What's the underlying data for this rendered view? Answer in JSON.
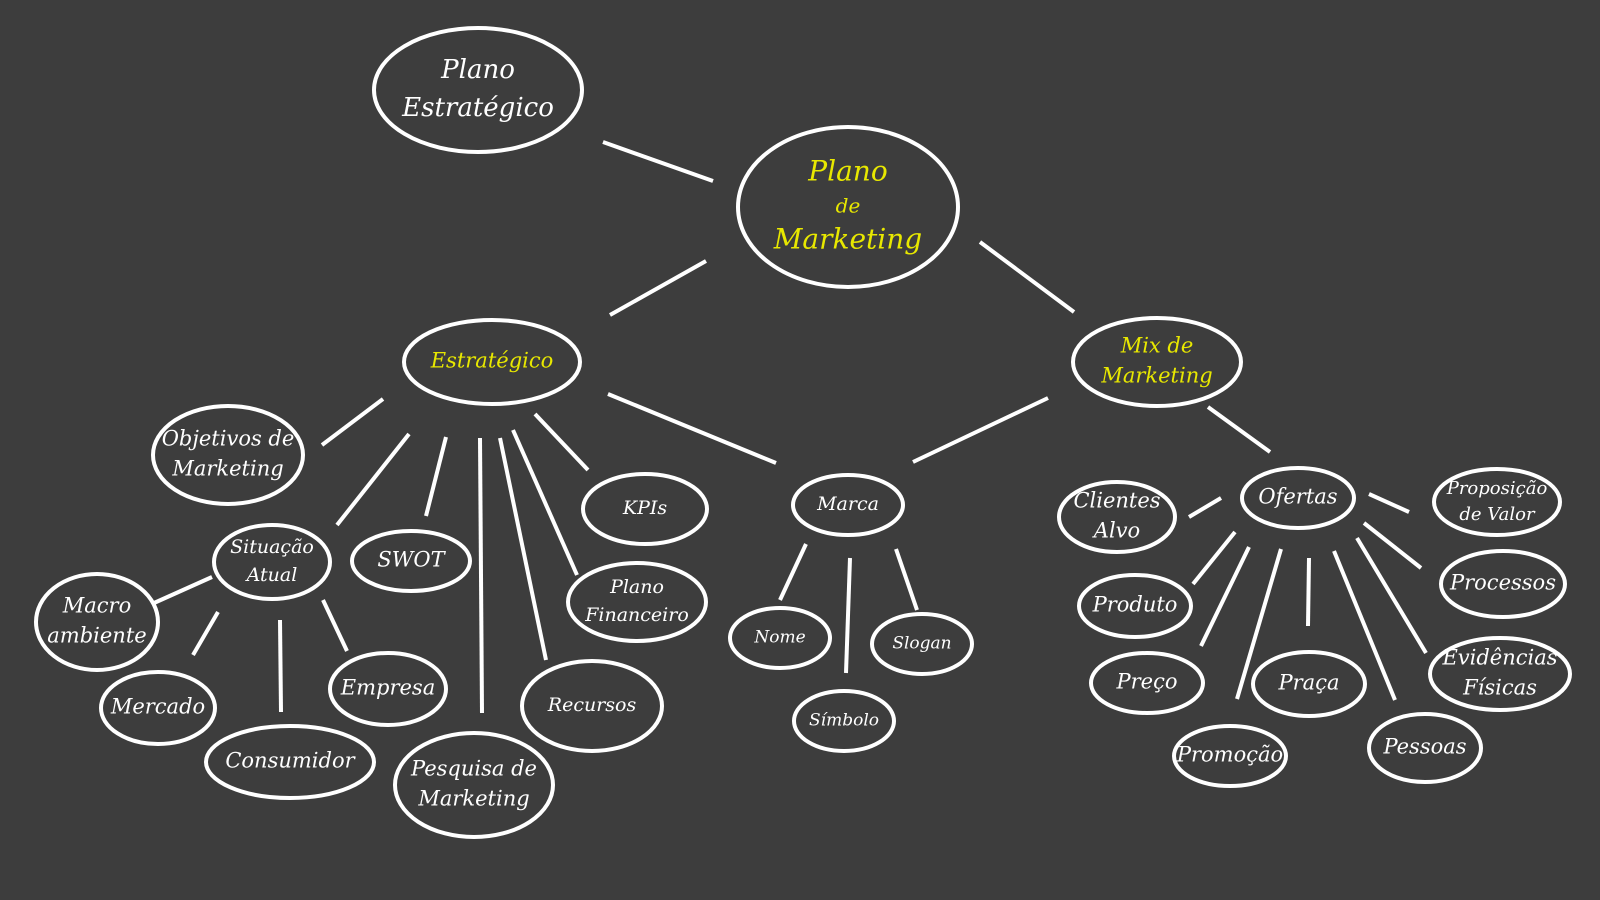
{
  "colors": {
    "background": "#3d3d3d",
    "line": "#ffffff",
    "text": "#ffffff",
    "highlight": "#e8e800"
  },
  "nodes": {
    "plano_estrategico": {
      "lines": [
        "Plano",
        "Estratégico"
      ]
    },
    "plano_marketing": {
      "lines": [
        "Plano",
        "de",
        "Marketing"
      ],
      "highlight": true
    },
    "estrategico": {
      "lines": [
        "Estratégico"
      ],
      "highlight": true
    },
    "mix_marketing": {
      "lines": [
        "Mix de",
        "Marketing"
      ],
      "highlight": true
    },
    "objetivos": {
      "lines": [
        "Objetivos de",
        "Marketing"
      ]
    },
    "situacao_atual": {
      "lines": [
        "Situação",
        "Atual"
      ]
    },
    "swot": {
      "lines": [
        "SWOT"
      ]
    },
    "kpis": {
      "lines": [
        "KPIs"
      ]
    },
    "plano_financeiro": {
      "lines": [
        "Plano",
        "Financeiro"
      ]
    },
    "recursos": {
      "lines": [
        "Recursos"
      ]
    },
    "pesquisa": {
      "lines": [
        "Pesquisa de",
        "Marketing"
      ]
    },
    "macro": {
      "lines": [
        "Macro",
        "ambiente"
      ]
    },
    "mercado": {
      "lines": [
        "Mercado"
      ]
    },
    "consumidor": {
      "lines": [
        "Consumidor"
      ]
    },
    "empresa": {
      "lines": [
        "Empresa"
      ]
    },
    "marca": {
      "lines": [
        "Marca"
      ]
    },
    "nome": {
      "lines": [
        "Nome"
      ]
    },
    "simbolo": {
      "lines": [
        "Símbolo"
      ]
    },
    "slogan": {
      "lines": [
        "Slogan"
      ]
    },
    "ofertas": {
      "lines": [
        "Ofertas"
      ]
    },
    "clientes_alvo": {
      "lines": [
        "Clientes",
        "Alvo"
      ]
    },
    "proposicao": {
      "lines": [
        "Proposição",
        "de Valor"
      ]
    },
    "processos": {
      "lines": [
        "Processos"
      ]
    },
    "evidencias": {
      "lines": [
        "Evidências",
        "Físicas"
      ]
    },
    "pessoas": {
      "lines": [
        "Pessoas"
      ]
    },
    "praca": {
      "lines": [
        "Praça"
      ]
    },
    "promocao": {
      "lines": [
        "Promoção"
      ]
    },
    "preco": {
      "lines": [
        "Preço"
      ]
    },
    "produto": {
      "lines": [
        "Produto"
      ]
    }
  },
  "edges": [
    [
      "plano_estrategico",
      "plano_marketing"
    ],
    [
      "plano_marketing",
      "estrategico"
    ],
    [
      "plano_marketing",
      "mix_marketing"
    ],
    [
      "estrategico",
      "objetivos"
    ],
    [
      "estrategico",
      "situacao_atual"
    ],
    [
      "estrategico",
      "swot"
    ],
    [
      "estrategico",
      "pesquisa"
    ],
    [
      "estrategico",
      "recursos"
    ],
    [
      "estrategico",
      "plano_financeiro"
    ],
    [
      "estrategico",
      "kpis"
    ],
    [
      "estrategico",
      "marca"
    ],
    [
      "mix_marketing",
      "marca"
    ],
    [
      "mix_marketing",
      "ofertas"
    ],
    [
      "situacao_atual",
      "macro"
    ],
    [
      "situacao_atual",
      "mercado"
    ],
    [
      "situacao_atual",
      "consumidor"
    ],
    [
      "situacao_atual",
      "empresa"
    ],
    [
      "marca",
      "nome"
    ],
    [
      "marca",
      "simbolo"
    ],
    [
      "marca",
      "slogan"
    ],
    [
      "ofertas",
      "clientes_alvo"
    ],
    [
      "ofertas",
      "produto"
    ],
    [
      "ofertas",
      "preco"
    ],
    [
      "ofertas",
      "promocao"
    ],
    [
      "ofertas",
      "praca"
    ],
    [
      "ofertas",
      "pessoas"
    ],
    [
      "ofertas",
      "evidencias"
    ],
    [
      "ofertas",
      "processos"
    ],
    [
      "ofertas",
      "proposicao"
    ]
  ]
}
